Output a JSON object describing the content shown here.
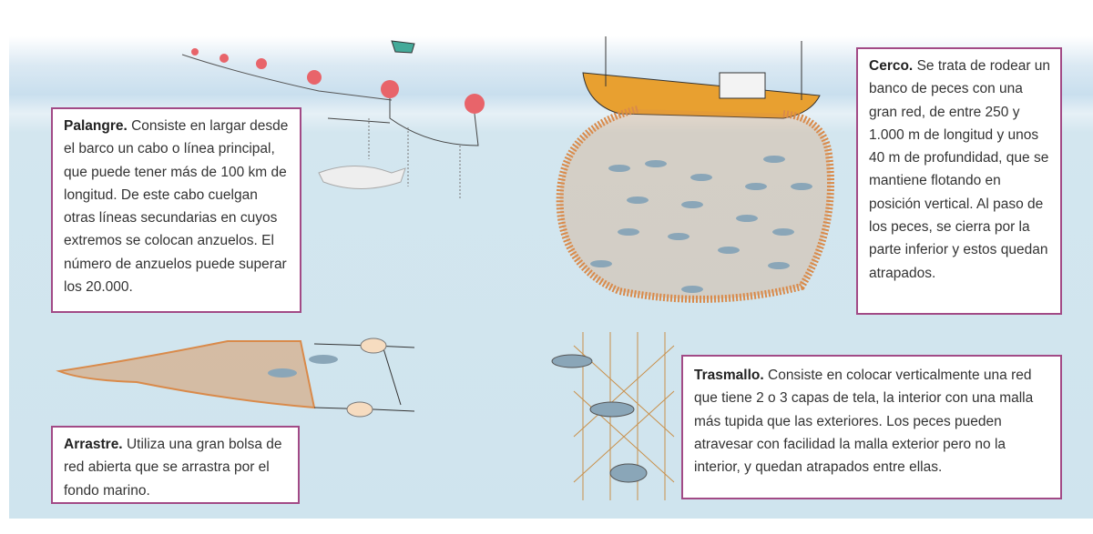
{
  "palangre": {
    "title": "Palangre.",
    "text": "Consiste en largar desde el barco un cabo o línea principal, que puede tener más de 100 km de longitud. De este cabo cuelgan otras líneas secundarias en cuyos extremos se colocan anzuelos. El número de anzuelos puede superar los 20.000."
  },
  "cerco": {
    "title": "Cerco.",
    "text": "Se trata de rodear un banco de peces con una gran red, de entre 250 y 1.000 m de longitud y unos 40 m de profundidad, que se mantiene flotando en posición vertical. Al paso de los peces, se cierra por la parte inferior y estos quedan atrapados."
  },
  "trasmallo": {
    "title": "Trasmallo.",
    "text": "Consiste en colocar verticalmente una red que tiene 2 o 3 capas de tela, la interior con una malla más tupida que las exteriores. Los peces pueden atravesar con facilidad la malla exterior pero no la interior, y quedan atrapados entre ellas."
  },
  "arrastre": {
    "title": "Arrastre.",
    "text": "Utiliza una gran bolsa de red abierta que se arrastra por el fondo marino."
  },
  "colors": {
    "border": "#a24a86",
    "buoy": "#e8646a",
    "net": "#d98a4a",
    "hull": "#e8a030",
    "sea": "#cfe4ee"
  }
}
